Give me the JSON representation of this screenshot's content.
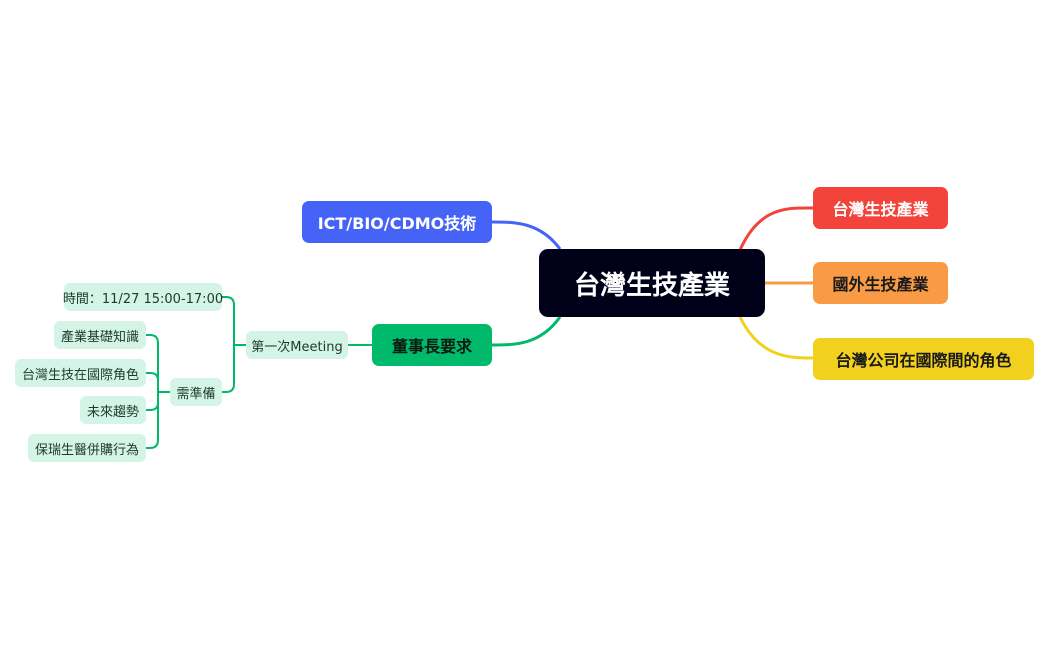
{
  "colors": {
    "central": "#000018",
    "blue": "#4563f6",
    "green": "#00b96b",
    "red": "#f2443b",
    "orange": "#f99b45",
    "yellow": "#f2d11e",
    "sub_bg": "#d3f4e6"
  },
  "central": {
    "label": "台灣生技產業"
  },
  "right_branches": [
    {
      "label": "台灣生技產業"
    },
    {
      "label": "國外生技產業"
    },
    {
      "label": "台灣公司在國際間的角色"
    }
  ],
  "left_branches": {
    "tech": {
      "label": "ICT/BIO/CDMO技術"
    },
    "chairman": {
      "label": "董事長要求"
    }
  },
  "meeting": {
    "label": "第一次Meeting",
    "time": "時間：11/27 15:00-17:00",
    "prepare": {
      "label": "需準備",
      "items": [
        "產業基礎知識",
        "台灣生技在國際角色",
        "未來趨勢",
        "保瑞生醫併購行為"
      ]
    }
  }
}
